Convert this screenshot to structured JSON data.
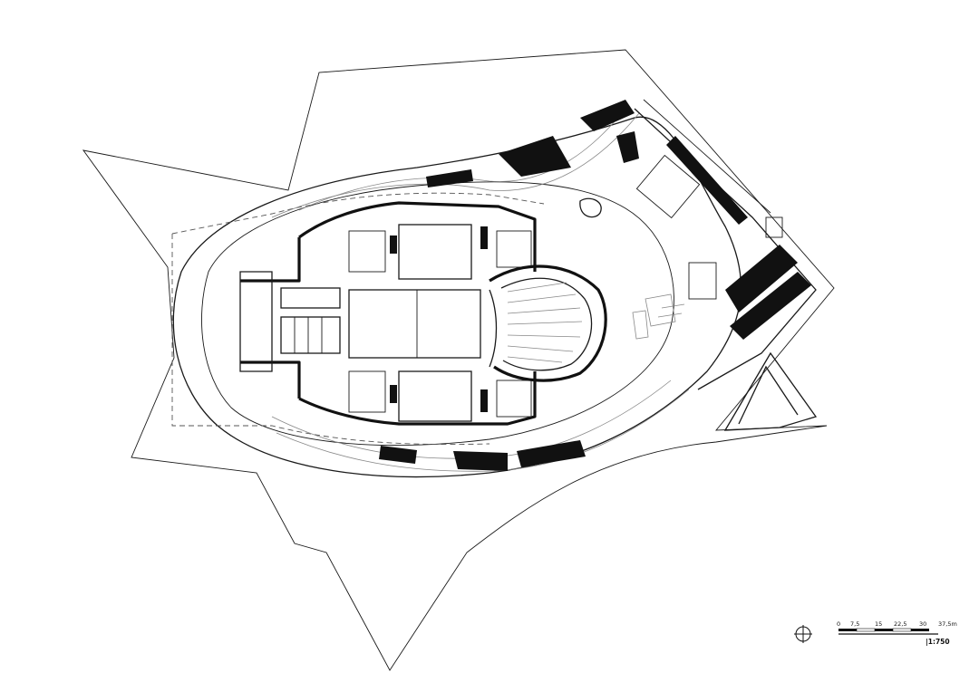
{
  "scale_bar": {
    "ticks": [
      "0",
      "7,5",
      "15",
      "22,5",
      "30",
      "37,5m"
    ],
    "ratio": "|1:750"
  },
  "icons": {
    "north": "north-arrow-icon"
  }
}
